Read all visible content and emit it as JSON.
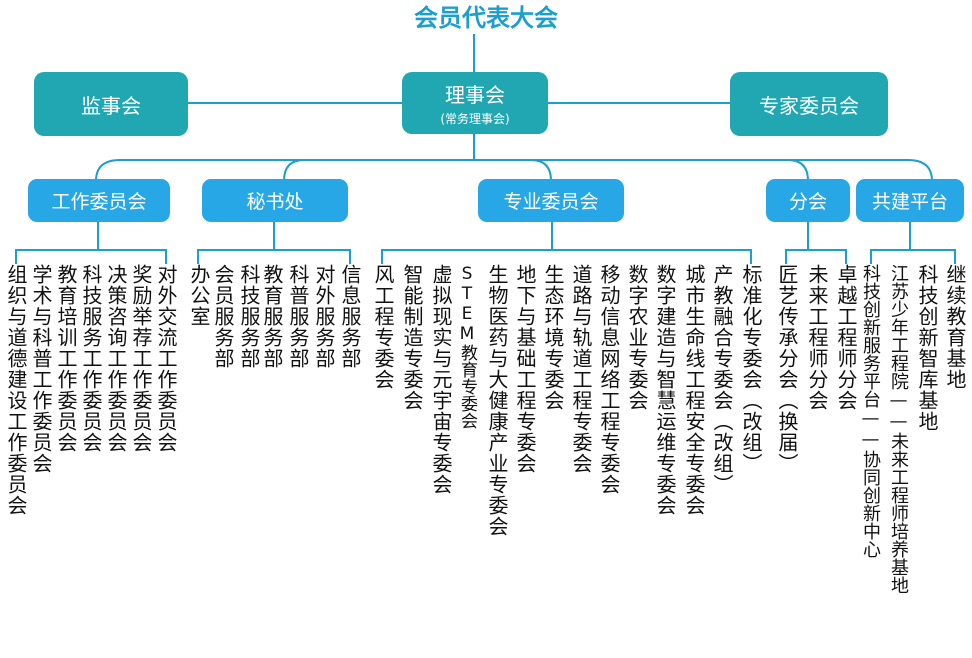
{
  "title": "会员代表大会",
  "top_nodes": {
    "supervisors": "监事会",
    "council": {
      "label": "理事会",
      "sub": "(常务理事会)"
    },
    "experts": "专家委员会"
  },
  "branches": [
    {
      "id": "work",
      "label": "工作委员会",
      "items": [
        "对外交流工作委员会",
        "奖励举荐工作委员会",
        "决策咨询工作委员会",
        "科技服务工作委员会",
        "教育培训工作委员会",
        "学术与科普工作委员会",
        "组织与道德建设工作委员会"
      ]
    },
    {
      "id": "secretariat",
      "label": "秘书处",
      "items": [
        "信息服务部",
        "对外服务部",
        "科普服务部",
        "教育服务部",
        "科技服务部",
        "会员服务部",
        "办公室"
      ]
    },
    {
      "id": "professional",
      "label": "专业委员会",
      "items": [
        "标准化专委会（改组）",
        "产教融合专委会（改组）",
        "城市生命线工程安全专委会",
        "数字建造与智慧运维专委会",
        "数字农业专委会",
        "移动信息网络工程专委会",
        "道路与轨道工程专委会",
        "生态环境专委会",
        "地下与基础工程专委会",
        "生物医药与大健康产业专委会",
        "STEM教育专委会",
        "虚拟现实与元宇宙专委会",
        "智能制造专委会",
        "风工程专委会"
      ]
    },
    {
      "id": "branch",
      "label": "分会",
      "items": [
        "卓越工程师分会",
        "未来工程师分会",
        "匠艺传承分会（换届）"
      ]
    },
    {
      "id": "platform",
      "label": "共建平台",
      "items": [
        "继续教育基地",
        "科技创新智库基地",
        "江苏少年工程院——未来工程师培养基地",
        "科技创新服务平台——协同创新中心"
      ]
    }
  ]
}
